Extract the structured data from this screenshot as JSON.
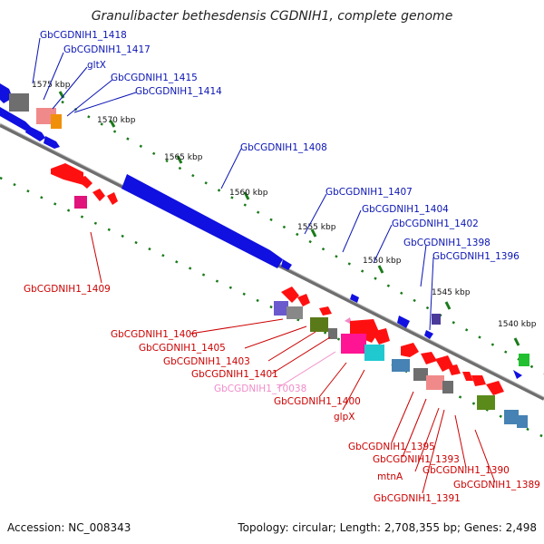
{
  "title": "Granulibacter bethesdensis CGDNIH1, complete genome",
  "footer": {
    "accession": "Accession: NC_008343",
    "summary": "Topology: circular; Length: 2,708,355 bp; Genes: 2,498"
  },
  "colors": {
    "forward_label": "#0a14b4",
    "reverse_label": "#cc0000",
    "trna_label": "#f08cc8",
    "backbone": "#6e6e6e",
    "tick": "#1a7a1a"
  },
  "ticks": [
    "1575 kbp",
    "1570 kbp",
    "1565 kbp",
    "1560 kbp",
    "1555 kbp",
    "1550 kbp",
    "1545 kbp",
    "1540 kbp"
  ],
  "forward_labels": [
    "GbCGDNIH1_1418",
    "GbCGDNIH1_1417",
    "gltX",
    "GbCGDNIH1_1415",
    "GbCGDNIH1_1414",
    "GbCGDNIH1_1408",
    "GbCGDNIH1_1407",
    "GbCGDNIH1_1404",
    "GbCGDNIH1_1402",
    "GbCGDNIH1_1398",
    "GbCGDNIH1_1396"
  ],
  "reverse_labels": [
    "GbCGDNIH1_1409",
    "GbCGDNIH1_1406",
    "GbCGDNIH1_1405",
    "GbCGDNIH1_1403",
    "GbCGDNIH1_1401",
    "GbCGDNIH1_T0038",
    "GbCGDNIH1_1400",
    "glpX",
    "GbCGDNIH1_1395",
    "GbCGDNIH1_1393",
    "mtnA",
    "GbCGDNIH1_1390",
    "GbCGDNIH1_1391",
    "GbCGDNIH1_1389"
  ]
}
